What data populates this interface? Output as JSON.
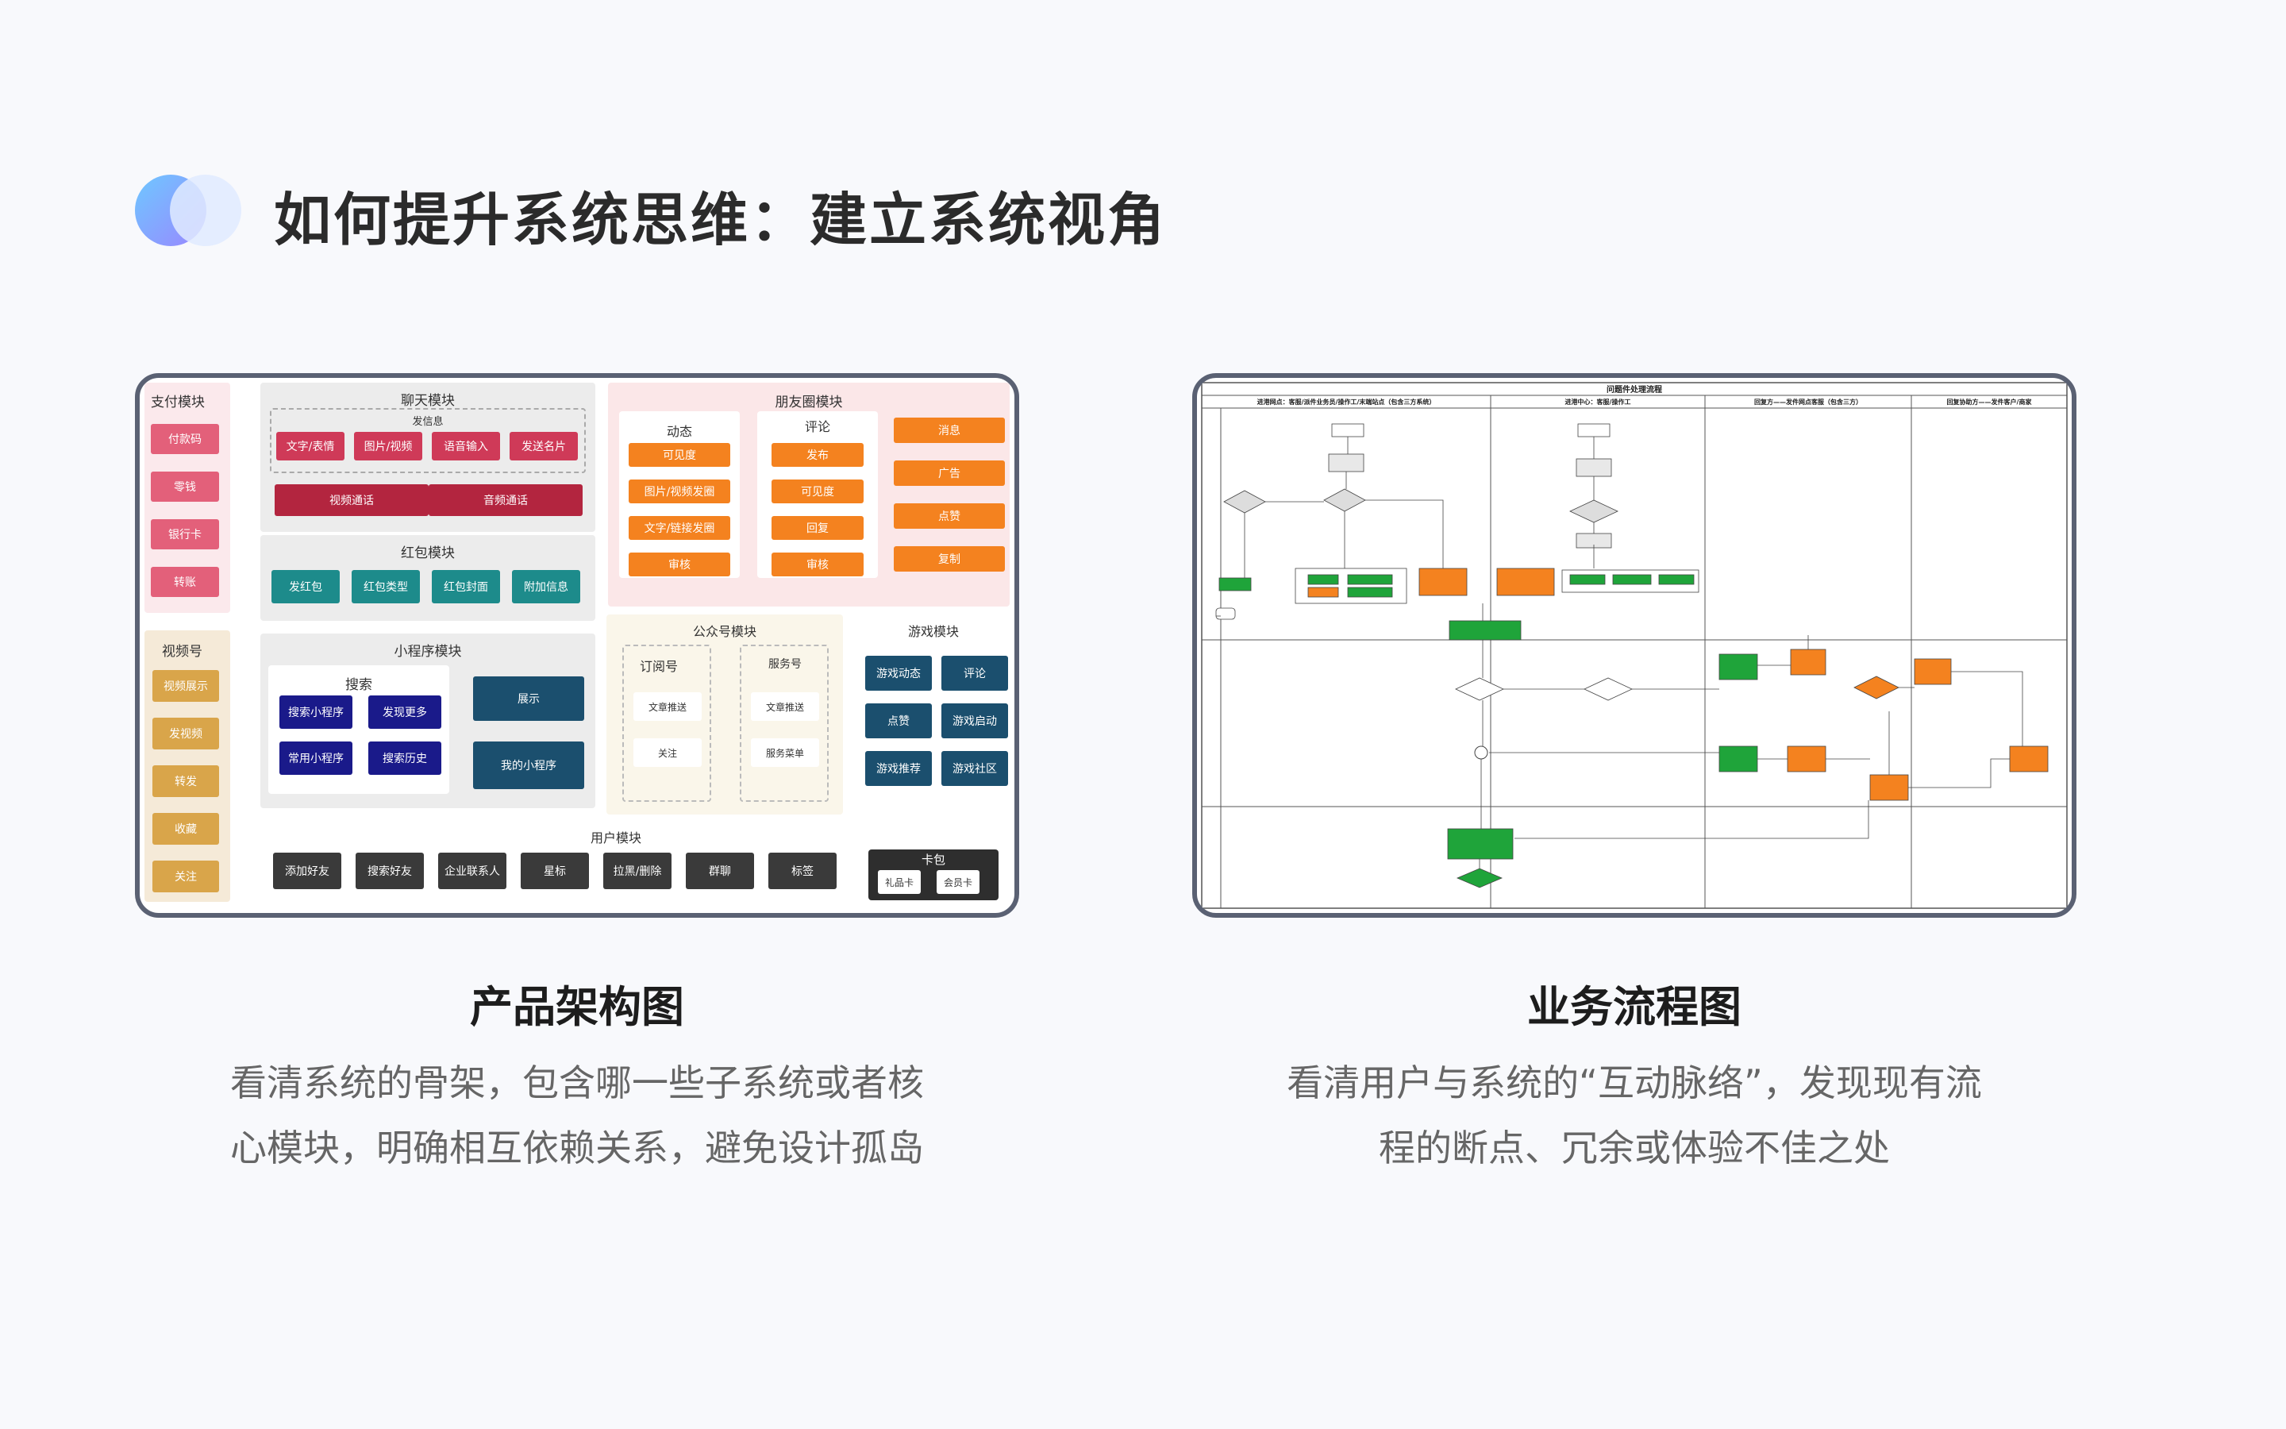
{
  "title": "如何提升系统思维：建立系统视角",
  "left": {
    "caption": "产品架构图",
    "desc": [
      "看清系统的骨架，包含哪一些子系统或者核",
      "心模块，明确相互依赖关系，避免设计孤岛"
    ],
    "arch": {
      "pay": {
        "title": "支付模块",
        "items": [
          "付款码",
          "零钱",
          "银行卡",
          "转账"
        ]
      },
      "video": {
        "title": "视频号",
        "items": [
          "视频展示",
          "发视频",
          "转发",
          "收藏",
          "关注"
        ]
      },
      "chat": {
        "title": "聊天模块",
        "sub": "发信息",
        "items": [
          "文字/表情",
          "图片/视频",
          "语音输入",
          "发送名片"
        ],
        "calls": [
          "视频通话",
          "音频通话"
        ]
      },
      "redpack": {
        "title": "红包模块",
        "items": [
          "发红包",
          "红包类型",
          "红包封面",
          "附加信息"
        ]
      },
      "moments": {
        "title": "朋友圈模块",
        "dyn": {
          "title": "动态",
          "items": [
            "可见度",
            "图片/视频发圈",
            "文字/链接发圈",
            "审核"
          ]
        },
        "comment": {
          "title": "评论",
          "items": [
            "发布",
            "可见度",
            "回复",
            "审核"
          ]
        },
        "right": [
          "消息",
          "广告",
          "点赞",
          "复制"
        ]
      },
      "mini": {
        "title": "小程序模块",
        "search": {
          "title": "搜索",
          "items": [
            "搜索小程序",
            "发现更多",
            "常用小程序",
            "搜索历史"
          ]
        },
        "right": [
          "展示",
          "我的小程序"
        ]
      },
      "official": {
        "title": "公众号模块",
        "sub": {
          "title": "订阅号",
          "items": [
            "文章推送",
            "关注"
          ]
        },
        "svc": {
          "title": "服务号",
          "items": [
            "文章推送",
            "服务菜单"
          ]
        }
      },
      "game": {
        "title": "游戏模块",
        "items": [
          "游戏动态",
          "评论",
          "点赞",
          "游戏启动",
          "游戏推荐",
          "游戏社区"
        ]
      },
      "user": {
        "title": "用户模块",
        "items": [
          "添加好友",
          "搜索好友",
          "企业联系人",
          "星标",
          "拉黑/删除",
          "群聊",
          "标签"
        ],
        "wallet": {
          "title": "卡包",
          "items": [
            "礼品卡",
            "会员卡"
          ]
        }
      }
    }
  },
  "right": {
    "caption": "业务流程图",
    "desc": [
      "看清用户与系统的“互动脉络”，发现现有流",
      "程的断点、冗余或体验不佳之处"
    ],
    "flow": {
      "title": "问题件处理流程",
      "lanes": [
        "进港网点：客服/派件业务员/操作工/末端站点（包含三方系统）",
        "进港中心：客服/操作工",
        "回复方——发件网点客服（包含三方）",
        "回复协助方——发件客户/商家"
      ]
    }
  },
  "colors": {
    "pay": "#e3607a",
    "chatRed": "#cf3a58",
    "chatDark": "#b3253f",
    "teal": "#1d8b8b",
    "orange": "#f4821f",
    "navy": "#1a1a8a",
    "darkTeal": "#1b4f6e",
    "gold": "#d9a54a",
    "dark": "#3a3a3a"
  }
}
